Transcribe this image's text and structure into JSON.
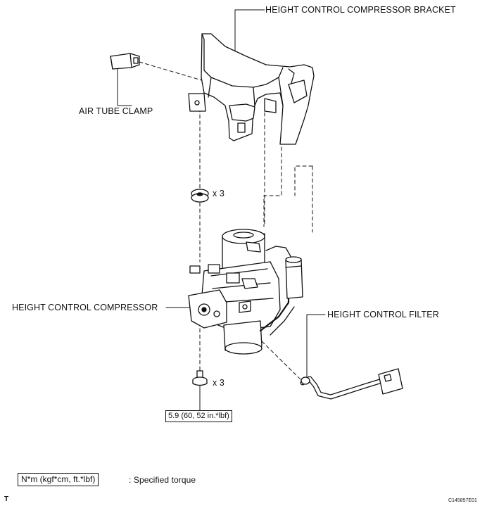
{
  "labels": {
    "bracket": "HEIGHT CONTROL COMPRESSOR BRACKET",
    "clamp": "AIR TUBE CLAMP",
    "compressor": "HEIGHT CONTROL COMPRESSOR",
    "filter": "HEIGHT CONTROL FILTER",
    "qty_cushion": "x 3",
    "qty_bolt": "x 3"
  },
  "torque": {
    "value": "5.9 (60, 52 in.*lbf)"
  },
  "legend": {
    "unit": "N*m (kgf*cm, ft.*lbf)",
    "text": ": Specified torque"
  },
  "footer": {
    "left_mark": "T",
    "figure_id": "C145857E01"
  }
}
